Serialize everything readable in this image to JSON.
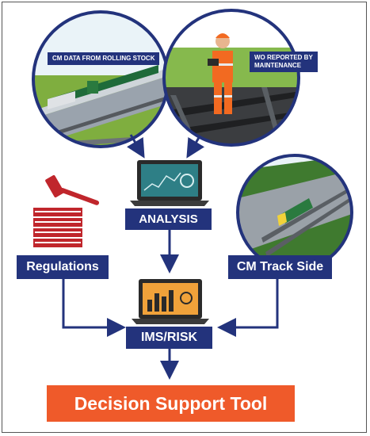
{
  "tags": {
    "cm_rolling_stock": "CM DATA FROM ROLLING STOCK",
    "wo_reported_line1": "WO REPORTED BY",
    "wo_reported_line2": "MAINTENANCE"
  },
  "nodes": {
    "analysis": "ANALYSIS",
    "regulations": "Regulations",
    "cm_track_side": "CM Track Side",
    "ims_risk": "IMS/RISK",
    "decision_support": "Decision Support Tool"
  },
  "colors": {
    "navy": "#23337c",
    "orange": "#ef5a2a",
    "gavel_red": "#c0262c",
    "screen_teal": "#2e7f86",
    "screen_orange": "#f0a23a"
  }
}
